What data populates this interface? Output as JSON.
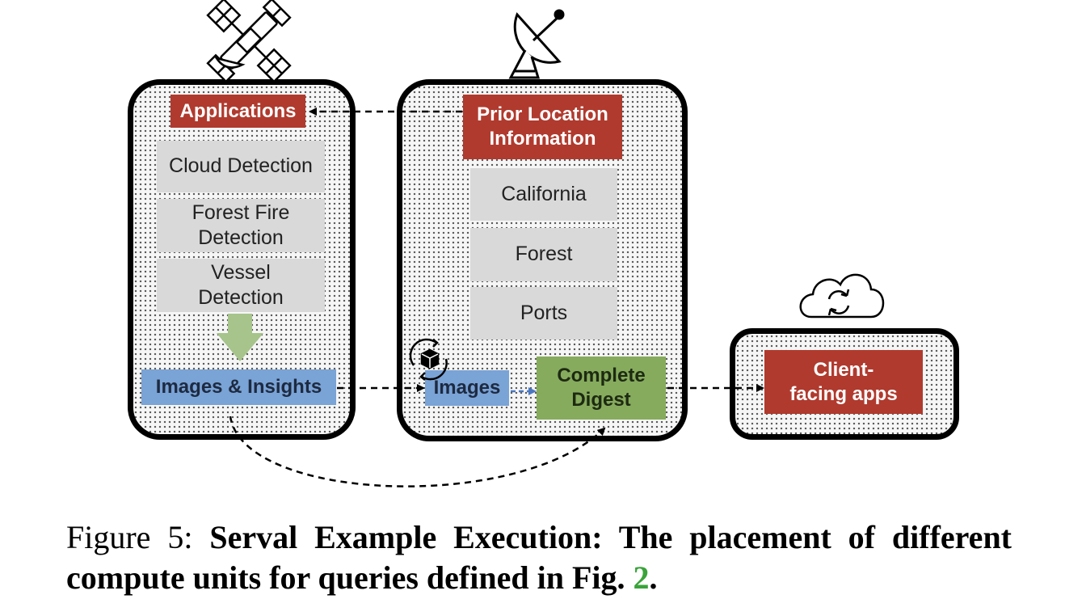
{
  "satellite": {
    "applications_label": "Applications",
    "apps": [
      "Cloud Detection",
      "Forest Fire Detection",
      "Vessel Detection"
    ],
    "output_label": "Images & Insights"
  },
  "ground_station": {
    "prior_label": "Prior Location Information",
    "locations": [
      "California",
      "Forest",
      "Ports"
    ],
    "images_label": "Images",
    "digest_label": "Complete Digest"
  },
  "cloud": {
    "client_label": "Client-facing apps"
  },
  "caption": {
    "prefix": "Figure 5: ",
    "bold": "Serval Example Execution: The placement of different compute units for queries defined in Fig. ",
    "ref": "2",
    "suffix": "."
  },
  "icons": [
    "satellite-icon",
    "satellite-dish-icon",
    "cloud-sync-icon",
    "package-sync-icon",
    "down-arrow-icon"
  ]
}
